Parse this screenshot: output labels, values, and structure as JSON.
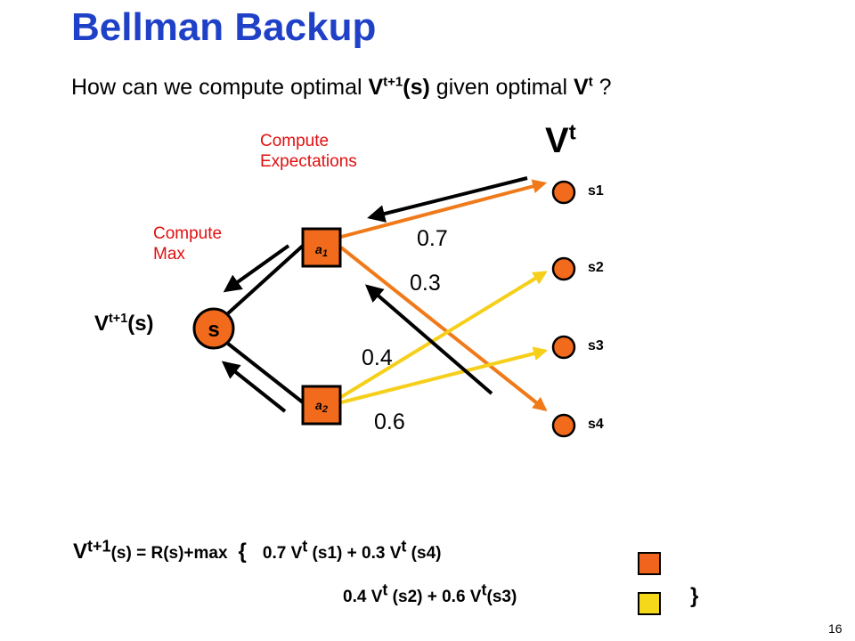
{
  "title": "Bellman Backup",
  "question": {
    "prefix": "How can we compute optimal ",
    "target_v": "V",
    "target_sup": "t+1",
    "target_arg": "(s)",
    "middle": " given optimal ",
    "given_v": "V",
    "given_sup": "t",
    "suffix": " ?"
  },
  "labels": {
    "compute_expectations_line1": "Compute",
    "compute_expectations_line2": "Expectations",
    "compute_max_line1": "Compute",
    "compute_max_line2": "Max",
    "vt_base": "V",
    "vt_sup": "t",
    "vt1_base": "V",
    "vt1_sup": "t+1",
    "vt1_arg": "(s)"
  },
  "nodes": {
    "state": "s",
    "action1_base": "a",
    "action1_sub": "1",
    "action2_base": "a",
    "action2_sub": "2",
    "next_states": [
      "s1",
      "s2",
      "s3",
      "s4"
    ]
  },
  "probabilities": {
    "a1_to_s1": "0.7",
    "a1_to_s4": "0.3",
    "a2_to_s2": "0.4",
    "a2_to_s3": "0.6"
  },
  "equation": {
    "lhs_v": "V",
    "lhs_sup": "t+1",
    "lhs_rest": "(s) = R(s)+max",
    "open_brace": "{",
    "line1_p1": "0.7 V",
    "line1_sup1": "t",
    "line1_mid": " (s1) + 0.3 V",
    "line1_sup2": "t",
    "line1_end": " (s4)",
    "line2_p1": "0.4 V",
    "line2_sup1": "t",
    "line2_mid": " (s2) + 0.6 V",
    "line2_sup2": "t",
    "line2_end": "(s3)",
    "close_brace": "}"
  },
  "colors": {
    "title": "#1f41c7",
    "annotation_red": "#e01010",
    "node_orange": "#f26a1b",
    "edge_orange": "#f07a1a",
    "edge_yellow": "#f6cf1a",
    "swatch_orange": "#f0641e",
    "swatch_yellow": "#f6d81a"
  },
  "page_number": "16"
}
